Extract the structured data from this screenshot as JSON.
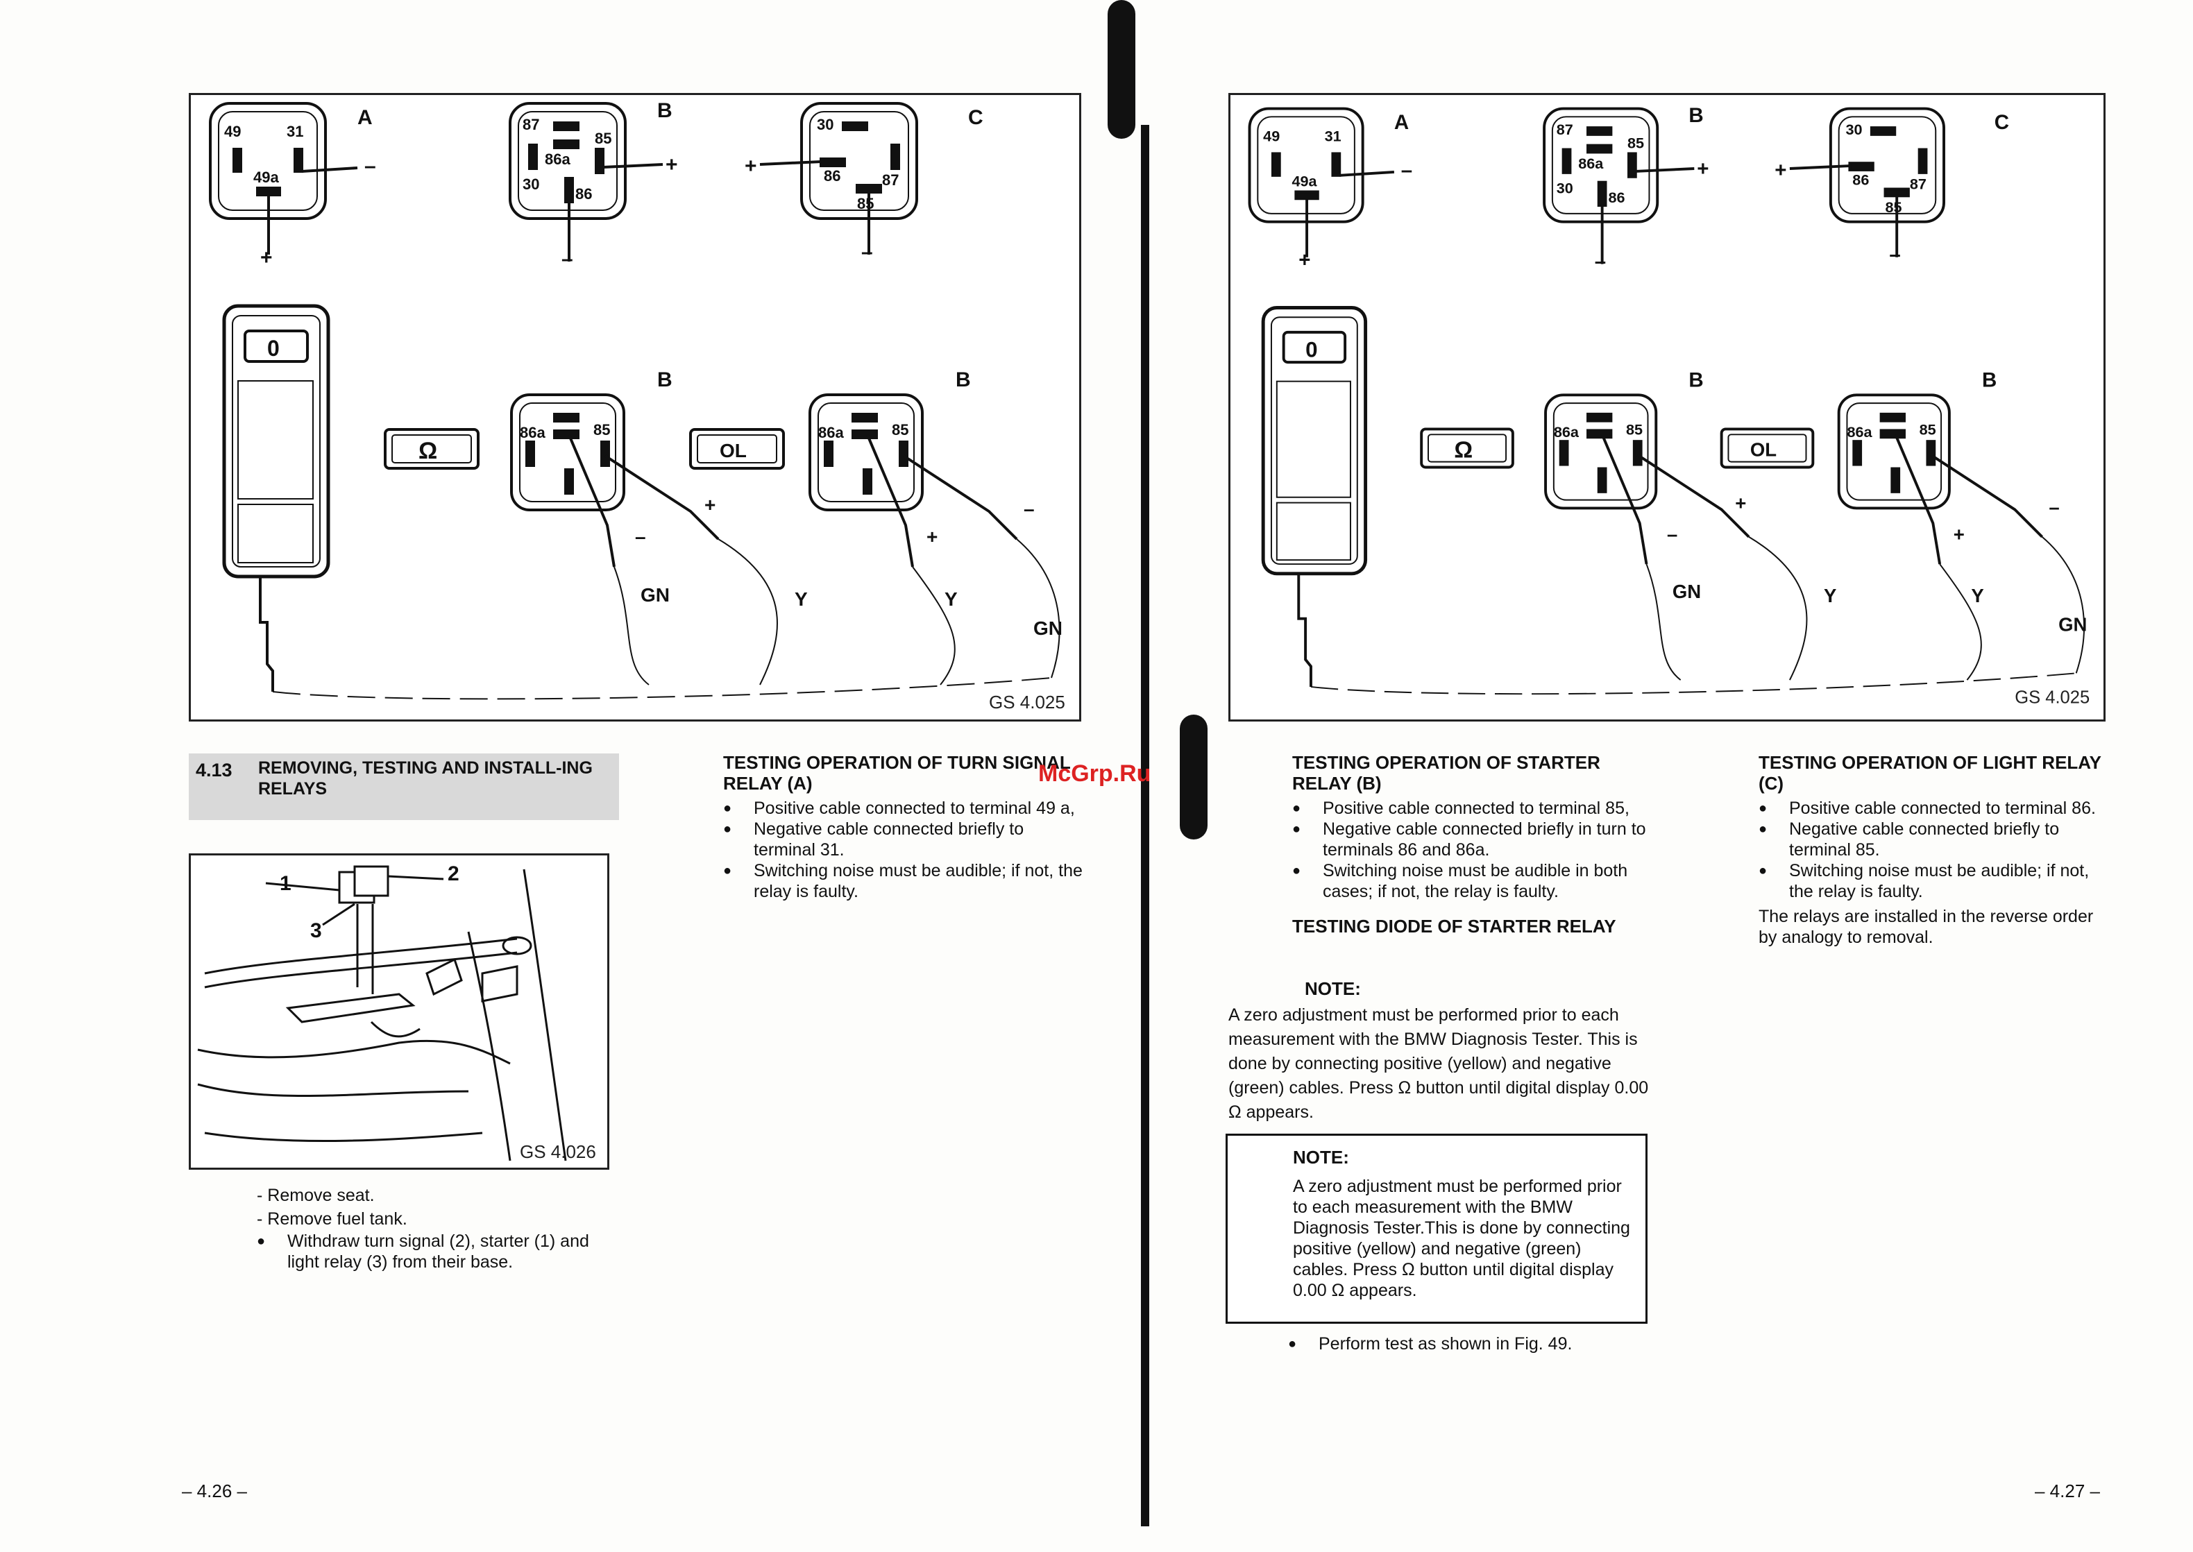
{
  "figure_top": {
    "id": "GS 4.025",
    "relay_labels": [
      "A",
      "B",
      "C"
    ],
    "relay_a_terminals": [
      "49",
      "31",
      "49a"
    ],
    "relay_b_terminals": [
      "87",
      "85",
      "86a",
      "30",
      "86"
    ],
    "relay_c_terminals": [
      "30",
      "86",
      "87",
      "85"
    ],
    "test_relay_label": "B",
    "test_relay_terminals": [
      "86a",
      "85"
    ],
    "meter_display": "0",
    "ohm_button": "Ω",
    "ol_button": "OL",
    "cable_gn": "GN",
    "cable_y": "Y",
    "plus": "+",
    "minus": "–"
  },
  "figure_small": {
    "id": "GS 4.026",
    "callouts": [
      "1",
      "2",
      "3"
    ]
  },
  "left": {
    "section_number": "4.13",
    "section_title": "REMOVING, TESTING AND INSTALL-ING RELAYS",
    "steps": [
      "Remove seat.",
      "Remove fuel tank."
    ],
    "bullet": "Withdraw turn signal (2), starter (1) and light relay (3) from their base.",
    "turn_signal_heading": "TESTING OPERATION OF TURN SIGNAL RELAY (A)",
    "turn_signal_bullets": [
      "Positive cable connected to terminal 49 a,",
      "Negative cable connected briefly to terminal 31.",
      "Switching noise must be audible; if not, the relay is faulty."
    ],
    "page_number": "– 4.26 –"
  },
  "right": {
    "starter_heading": "TESTING OPERATION OF STARTER RELAY (B)",
    "starter_bullets": [
      "Positive cable connected to terminal 85,",
      "Negative cable connected briefly in turn to terminals 86 and 86a.",
      "Switching noise must be audible in both cases; if not, the relay is faulty."
    ],
    "diode_heading": "TESTING DIODE OF STARTER RELAY",
    "note_label": "NOTE:",
    "note_text": "A zero adjustment must be performed prior to each measurement with the BMW Diagnosis Tester. This is done by connecting positive (yellow) and negative (green) cables. Press Ω button until digital display 0.00 Ω appears.",
    "box_note_label": "NOTE:",
    "box_note_text": "A zero adjustment must be performed prior to each measurement with the BMW Diagnosis Tester.This is done by connecting positive (yellow) and negative (green) cables. Press Ω button until digital display 0.00 Ω appears.",
    "perform_bullet": "Perform test as shown in Fig. 49.",
    "light_heading": "TESTING OPERATION OF LIGHT RELAY (C)",
    "light_bullets": [
      "Positive cable connected to terminal 86.",
      "Negative cable connected briefly to terminal 85.",
      "Switching noise must be audible; if not, the relay is faulty."
    ],
    "reinstall_text": "The relays are installed in the reverse order by analogy to removal.",
    "page_number": "– 4.27 –"
  },
  "watermark": "McGrp.Ru"
}
